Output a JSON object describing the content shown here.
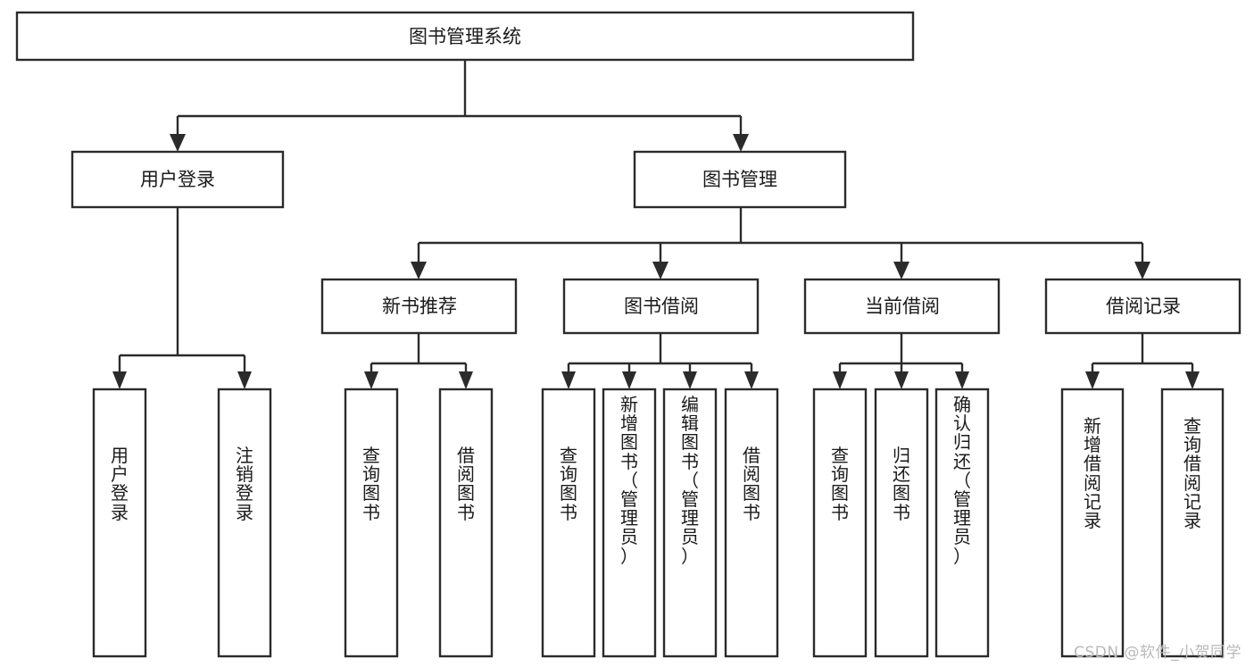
{
  "diagram": {
    "title": "图书管理系统",
    "type": "hierarchy-tree",
    "watermark": "CSDN @软件_小贺同学",
    "colors": {
      "stroke": "#2b2b2b",
      "fill": "#ffffff",
      "text": "#1a1a1a",
      "watermark": "#b9b9b9",
      "background": "#ffffff"
    },
    "levels": {
      "root": [
        "图书管理系统"
      ],
      "level2": [
        "用户登录",
        "图书管理"
      ],
      "level3": [
        "新书推荐",
        "图书借阅",
        "当前借阅",
        "借阅记录"
      ],
      "leaves": [
        "用户登录",
        "注销登录",
        "查询图书",
        "借阅图书",
        "查询图书",
        "新增图书（管理员）",
        "编辑图书（管理员）",
        "借阅图书",
        "查询图书",
        "归还图书",
        "确认归还（管理员）",
        "新增借阅记录",
        "查询借阅记录"
      ]
    },
    "nodes": {
      "root": {
        "label": "图书管理系统"
      },
      "user_login": {
        "label": "用户登录"
      },
      "book_manage": {
        "label": "图书管理"
      },
      "new_book_rec": {
        "label": "新书推荐"
      },
      "book_borrow": {
        "label": "图书借阅"
      },
      "current_borrow": {
        "label": "当前借阅"
      },
      "borrow_record": {
        "label": "借阅记录"
      },
      "leaf_user_login": {
        "label": "用户登录"
      },
      "leaf_logout": {
        "label": "注销登录"
      },
      "leaf_query_book_1": {
        "label": "查询图书"
      },
      "leaf_borrow_book_1": {
        "label": "借阅图书"
      },
      "leaf_query_book_2": {
        "label": "查询图书"
      },
      "leaf_add_book": {
        "label": "新增图书（管理员）"
      },
      "leaf_edit_book": {
        "label": "编辑图书（管理员）"
      },
      "leaf_borrow_book_2": {
        "label": "借阅图书"
      },
      "leaf_query_book_3": {
        "label": "查询图书"
      },
      "leaf_return_book": {
        "label": "归还图书"
      },
      "leaf_confirm_return": {
        "label": "确认归还（管理员）"
      },
      "leaf_add_record": {
        "label": "新增借阅记录"
      },
      "leaf_query_record": {
        "label": "查询借阅记录"
      }
    }
  }
}
